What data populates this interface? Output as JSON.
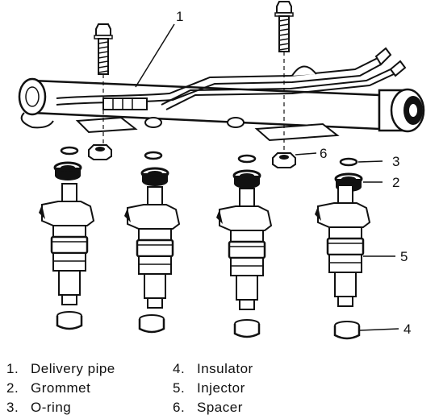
{
  "callouts": [
    {
      "number": "1",
      "part": "Delivery pipe"
    },
    {
      "number": "2",
      "part": "Grommet"
    },
    {
      "number": "3",
      "part": "O-ring"
    },
    {
      "number": "4",
      "part": "Insulator"
    },
    {
      "number": "5",
      "part": "Injector"
    },
    {
      "number": "6",
      "part": "Spacer"
    }
  ],
  "legend": [
    {
      "number": "1.",
      "label": "Delivery pipe"
    },
    {
      "number": "2.",
      "label": "Grommet"
    },
    {
      "number": "3.",
      "label": "O-ring"
    },
    {
      "number": "4.",
      "label": "Insulator"
    },
    {
      "number": "5.",
      "label": "Injector"
    },
    {
      "number": "6.",
      "label": "Spacer"
    }
  ],
  "colors": {
    "ink": "#111111",
    "paper": "#ffffff"
  }
}
